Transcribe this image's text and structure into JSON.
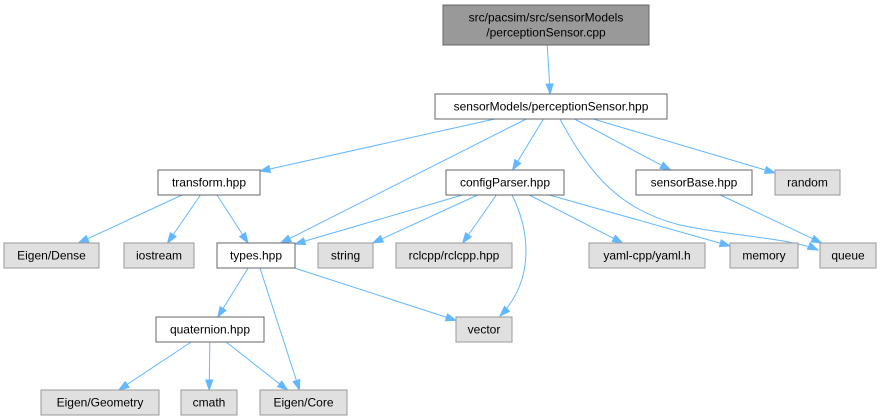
{
  "colors": {
    "root_fill": "#999999",
    "root_stroke": "#666666",
    "local_fill": "#ffffff",
    "local_stroke": "#666666",
    "system_fill": "#e0e0e0",
    "system_stroke": "#999999",
    "edge": "#63b8ff",
    "text": "#000000"
  },
  "nodes": [
    {
      "id": "root",
      "kind": "root",
      "lines": [
        "src/pacsim/src/sensorModels",
        "/perceptionSensor.cpp"
      ]
    },
    {
      "id": "perception_hpp",
      "kind": "local",
      "lines": [
        "sensorModels/perceptionSensor.hpp"
      ]
    },
    {
      "id": "transform_hpp",
      "kind": "local",
      "lines": [
        "transform.hpp"
      ]
    },
    {
      "id": "config_hpp",
      "kind": "local",
      "lines": [
        "configParser.hpp"
      ]
    },
    {
      "id": "sensorbase_hpp",
      "kind": "local",
      "lines": [
        "sensorBase.hpp"
      ]
    },
    {
      "id": "random",
      "kind": "system",
      "lines": [
        "random"
      ]
    },
    {
      "id": "eigen_dense",
      "kind": "system",
      "lines": [
        "Eigen/Dense"
      ]
    },
    {
      "id": "iostream",
      "kind": "system",
      "lines": [
        "iostream"
      ]
    },
    {
      "id": "types_hpp",
      "kind": "local",
      "lines": [
        "types.hpp"
      ]
    },
    {
      "id": "string",
      "kind": "system",
      "lines": [
        "string"
      ]
    },
    {
      "id": "rclcpp",
      "kind": "system",
      "lines": [
        "rclcpp/rclcpp.hpp"
      ]
    },
    {
      "id": "yaml",
      "kind": "system",
      "lines": [
        "yaml-cpp/yaml.h"
      ]
    },
    {
      "id": "memory",
      "kind": "system",
      "lines": [
        "memory"
      ]
    },
    {
      "id": "queue",
      "kind": "system",
      "lines": [
        "queue"
      ]
    },
    {
      "id": "quaternion_hpp",
      "kind": "local",
      "lines": [
        "quaternion.hpp"
      ]
    },
    {
      "id": "vector",
      "kind": "system",
      "lines": [
        "vector"
      ]
    },
    {
      "id": "eigen_geometry",
      "kind": "system",
      "lines": [
        "Eigen/Geometry"
      ]
    },
    {
      "id": "cmath",
      "kind": "system",
      "lines": [
        "cmath"
      ]
    },
    {
      "id": "eigen_core",
      "kind": "system",
      "lines": [
        "Eigen/Core"
      ]
    }
  ],
  "edges": [
    [
      "root",
      "perception_hpp"
    ],
    [
      "perception_hpp",
      "transform_hpp"
    ],
    [
      "perception_hpp",
      "types_hpp"
    ],
    [
      "perception_hpp",
      "config_hpp"
    ],
    [
      "perception_hpp",
      "sensorbase_hpp"
    ],
    [
      "perception_hpp",
      "random"
    ],
    [
      "perception_hpp",
      "queue"
    ],
    [
      "transform_hpp",
      "eigen_dense"
    ],
    [
      "transform_hpp",
      "iostream"
    ],
    [
      "transform_hpp",
      "types_hpp"
    ],
    [
      "config_hpp",
      "types_hpp"
    ],
    [
      "config_hpp",
      "string"
    ],
    [
      "config_hpp",
      "rclcpp"
    ],
    [
      "config_hpp",
      "yaml"
    ],
    [
      "config_hpp",
      "memory"
    ],
    [
      "config_hpp",
      "vector"
    ],
    [
      "sensorbase_hpp",
      "queue"
    ],
    [
      "types_hpp",
      "quaternion_hpp"
    ],
    [
      "types_hpp",
      "vector"
    ],
    [
      "types_hpp",
      "eigen_core"
    ],
    [
      "quaternion_hpp",
      "eigen_geometry"
    ],
    [
      "quaternion_hpp",
      "cmath"
    ],
    [
      "quaternion_hpp",
      "eigen_core"
    ]
  ]
}
